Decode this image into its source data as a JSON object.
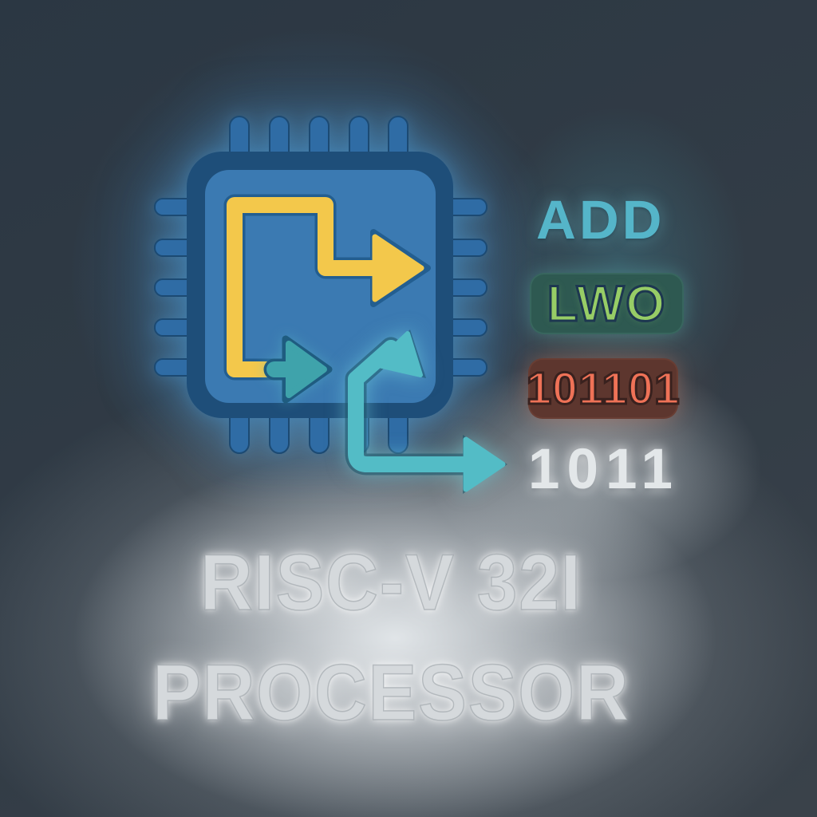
{
  "logo": {
    "title_line1": "RISC-V 32I",
    "title_line2": "PROCESSOR",
    "labels": {
      "instruction_add": "ADD",
      "instruction_lwo": "LWO",
      "binary_badge": "101101",
      "binary_plain": "1011"
    },
    "icons": [
      "chip-icon",
      "yellow-routing-arrow-icon",
      "teal-small-arrow-icon",
      "teal-long-arrow-icon"
    ],
    "colors": {
      "background_dark": "#2e3944",
      "chip_border": "#1e4e79",
      "chip_face": "#3b7ab2",
      "chip_pin": "#2f6ca5",
      "arrow_yellow": "#f3c84b",
      "arrow_teal_small": "#3fa3ab",
      "arrow_teal_long": "#53bcc6",
      "text_add": "#55b5c9",
      "badge_lwo_bg": "#2e5951",
      "text_lwo": "#97cd66",
      "badge_binary_bg": "#5d362e",
      "text_binary": "#ef7257",
      "text_binary_plain": "#e3e7e9",
      "text_title": "#d5d9dc",
      "glow_blue": "#4e9fde",
      "glow_white": "#e6eaed"
    }
  }
}
